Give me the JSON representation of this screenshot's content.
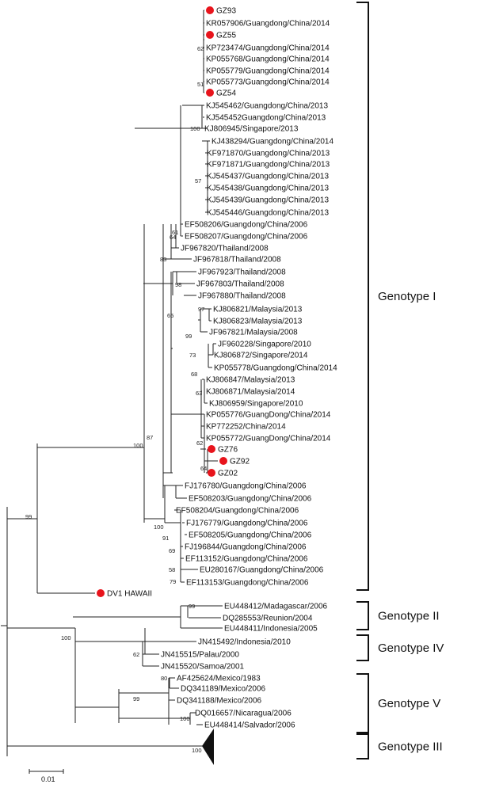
{
  "leaves": [
    {
      "label": "GZ93",
      "marker": true
    },
    {
      "label": "KR057906/Guangdong/China/2014"
    },
    {
      "label": "GZ55",
      "marker": true
    },
    {
      "label": "KP723474/Guangdong/China/2014"
    },
    {
      "label": "KP055768/Guangdong/China/2014"
    },
    {
      "label": "KP055779/Guangdong/China/2014"
    },
    {
      "label": "KP055773/Guangdong/China/2014"
    },
    {
      "label": "GZ54",
      "marker": true
    },
    {
      "label": "KJ545462/Guangdong/China/2013"
    },
    {
      "label": "KJ545452Guangdong/China/2013"
    },
    {
      "label": "KJ806945/Singapore/2013"
    },
    {
      "label": "KJ438294/Guangdong/China/2014"
    },
    {
      "label": "KF971870/Guangdong/China/2013"
    },
    {
      "label": "KF971871/Guangdong/China/2013"
    },
    {
      "label": "KJ545437/Guangdong/China/2013"
    },
    {
      "label": "KJ545438/Guangdong/China/2013"
    },
    {
      "label": "KJ545439/Guangdong/China/2013"
    },
    {
      "label": "KJ545446/Guangdong/China/2013"
    },
    {
      "label": "EF508206/Guangdong/China/2006"
    },
    {
      "label": "EF508207/Guangdong/China/2006"
    },
    {
      "label": "JF967820/Thailand/2008"
    },
    {
      "label": "JF967818/Thailand/2008"
    },
    {
      "label": "JF967923/Thailand/2008"
    },
    {
      "label": "JF967803/Thailand/2008"
    },
    {
      "label": "JF967880/Thailand/2008"
    },
    {
      "label": "KJ806821/Malaysia/2013"
    },
    {
      "label": "KJ806823/Malaysia/2013"
    },
    {
      "label": "JF967821/Malaysia/2008"
    },
    {
      "label": "JF960228/Singapore/2010"
    },
    {
      "label": "KJ806872/Singapore/2014"
    },
    {
      "label": "KP055778/Guangdong/China/2014"
    },
    {
      "label": "KJ806847/Malaysia/2013"
    },
    {
      "label": "KJ806871/Malaysia/2014"
    },
    {
      "label": "KJ806959/Singapore/2010"
    },
    {
      "label": "KP055776/GuangDong/China/2014"
    },
    {
      "label": "KP772252/China/2014"
    },
    {
      "label": "KP055772/GuangDong/China/2014"
    },
    {
      "label": "GZ76",
      "marker": true
    },
    {
      "label": "GZ92",
      "marker": true
    },
    {
      "label": "GZ02",
      "marker": true
    },
    {
      "label": "FJ176780/Guangdong/China/2006"
    },
    {
      "label": "EF508203/Guangdong/China/2006"
    },
    {
      "label": "EF508204/Guangdong/China/2006"
    },
    {
      "label": "FJ176779/Guangdong/China/2006"
    },
    {
      "label": "EF508205/Guangdong/China/2006"
    },
    {
      "label": "FJ196844/Guangdong/China/2006"
    },
    {
      "label": "EF113152/Guangdong/China/2006"
    },
    {
      "label": "EU280167/Guangdong/China/2006"
    },
    {
      "label": "EF113153/Guangdong/China/2006"
    },
    {
      "label": "DV1 HAWAII",
      "marker": true
    },
    {
      "label": "EU448412/Madagascar/2006"
    },
    {
      "label": "DQ285553/Reunion/2004"
    },
    {
      "label": "EU448411/Indonesia/2005"
    },
    {
      "label": "JN415492/Indonesia/2010"
    },
    {
      "label": "JN415515/Palau/2000"
    },
    {
      "label": "JN415520/Samoa/2001"
    },
    {
      "label": "AF425624/Mexico/1983"
    },
    {
      "label": "DQ341189/Mexico/2006"
    },
    {
      "label": "DQ341188/Mexico/2006"
    },
    {
      "label": "DQ016657/Nicaragua/2006"
    },
    {
      "label": "EU448414/Salvador/2006"
    }
  ],
  "bootstrap": [
    "62",
    "51",
    "100",
    "57",
    "61",
    "64",
    "83",
    "98",
    "65",
    "97",
    "99",
    "73",
    "68",
    "63",
    "62",
    "64",
    "87",
    "100",
    "100",
    "91",
    "69",
    "58",
    "79",
    "99",
    "99",
    "100",
    "62",
    "80",
    "99",
    "100",
    "100"
  ],
  "genotypes": [
    "Genotype I",
    "Genotype II",
    "Genotype IV",
    "Genotype V",
    "Genotype III"
  ],
  "scale_bar": {
    "label": "0.01"
  },
  "colors": {
    "marker": "#e8141c",
    "branch": "#222222",
    "bracket": "#111111"
  }
}
